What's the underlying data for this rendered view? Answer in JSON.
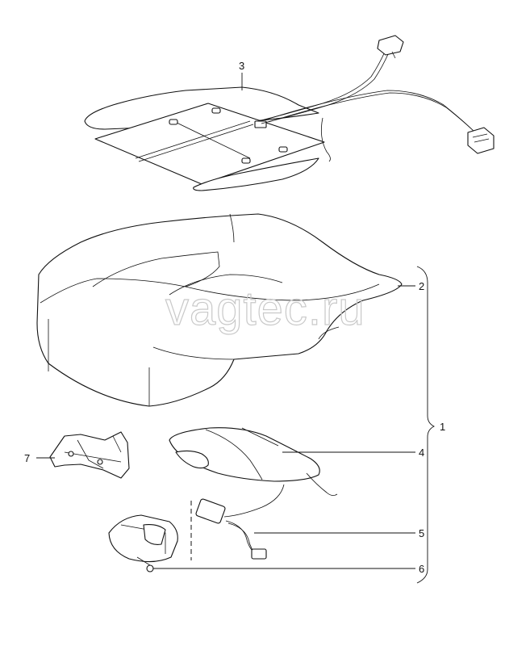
{
  "watermark": "vagtec.ru",
  "callouts": {
    "c1": "1",
    "c2": "2",
    "c3": "3",
    "c4": "4",
    "c5": "5",
    "c6": "6",
    "c7": "7"
  }
}
